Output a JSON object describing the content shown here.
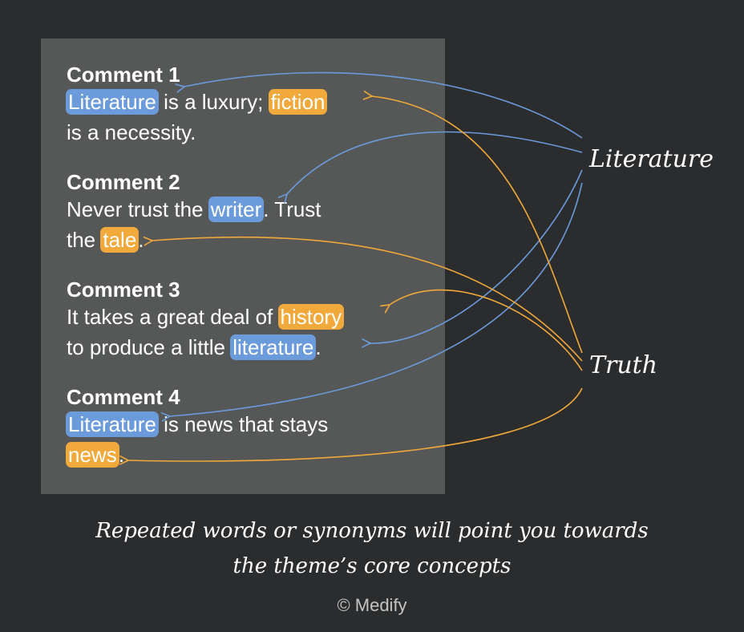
{
  "comments": [
    {
      "title": "Comment 1",
      "lines": [
        [
          {
            "text": "Literature",
            "hl": "blue"
          },
          {
            "text": " is a luxury; "
          },
          {
            "text": "fiction",
            "hl": "orange"
          }
        ],
        [
          {
            "text": "is a necessity."
          }
        ]
      ]
    },
    {
      "title": "Comment 2",
      "lines": [
        [
          {
            "text": "Never trust the "
          },
          {
            "text": "writer",
            "hl": "blue"
          },
          {
            "text": ". Trust"
          }
        ],
        [
          {
            "text": "the "
          },
          {
            "text": "tale",
            "hl": "orange"
          },
          {
            "text": "."
          }
        ]
      ]
    },
    {
      "title": "Comment 3",
      "lines": [
        [
          {
            "text": "It takes a great deal of "
          },
          {
            "text": "history",
            "hl": "orange"
          }
        ],
        [
          {
            "text": "to produce a little "
          },
          {
            "text": "literature",
            "hl": "blue"
          },
          {
            "text": "."
          }
        ]
      ]
    },
    {
      "title": "Comment 4",
      "lines": [
        [
          {
            "text": "Literature",
            "hl": "blue"
          },
          {
            "text": " is news that stays"
          }
        ],
        [
          {
            "text": "news",
            "hl": "orange"
          },
          {
            "text": "."
          }
        ]
      ]
    }
  ],
  "concepts": {
    "literature": "Literature",
    "truth": "Truth"
  },
  "caption": {
    "line1": "Repeated words or synonyms will point you towards",
    "line2": "the theme’s core concepts"
  },
  "credit": "© Medify",
  "colors": {
    "background": "#2b2c2e",
    "panel": "#565857",
    "literature_accent": "#6c9bdc",
    "truth_accent": "#f0a93a"
  }
}
